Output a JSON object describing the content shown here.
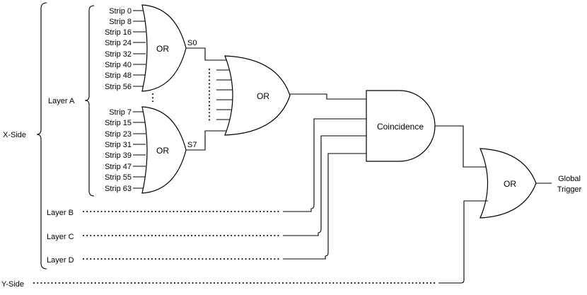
{
  "sides": {
    "x": "X-Side",
    "y": "Y-Side"
  },
  "layers": {
    "a": "Layer A",
    "b": "Layer B",
    "c": "Layer C",
    "d": "Layer D"
  },
  "or_gate_top": {
    "label": "OR",
    "output": "S0",
    "inputs": [
      "Strip 0",
      "Strip 8",
      "Strip 16",
      "Strip 24",
      "Strip 32",
      "Strip 40",
      "Strip 48",
      "Strip 56"
    ]
  },
  "or_gate_bottom": {
    "label": "OR",
    "output": "S7",
    "inputs": [
      "Strip 7",
      "Strip 15",
      "Strip 23",
      "Strip 31",
      "Strip 39",
      "Strip 47",
      "Strip 55",
      "Strip 63"
    ]
  },
  "or_gate_mid": {
    "label": "OR"
  },
  "coincidence_gate": {
    "label": "Coincidence"
  },
  "or_gate_final": {
    "label": "OR"
  },
  "output": {
    "line1": "Global",
    "line2": "Trigger"
  }
}
